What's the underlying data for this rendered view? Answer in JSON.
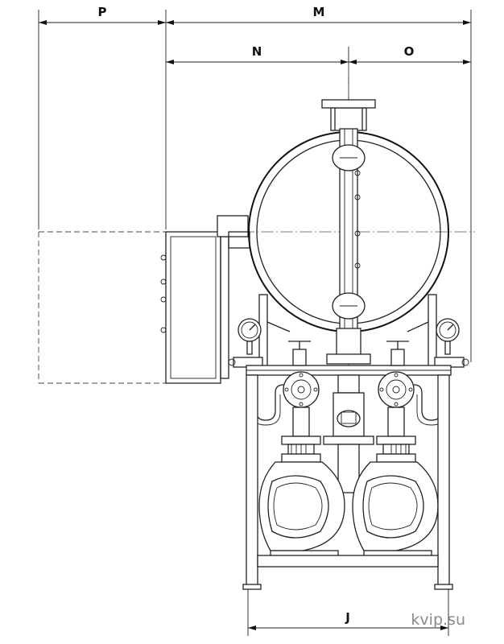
{
  "dimensions": {
    "P": "P",
    "M": "M",
    "N": "N",
    "O": "O",
    "J": "J"
  },
  "watermark": "kvip.su"
}
